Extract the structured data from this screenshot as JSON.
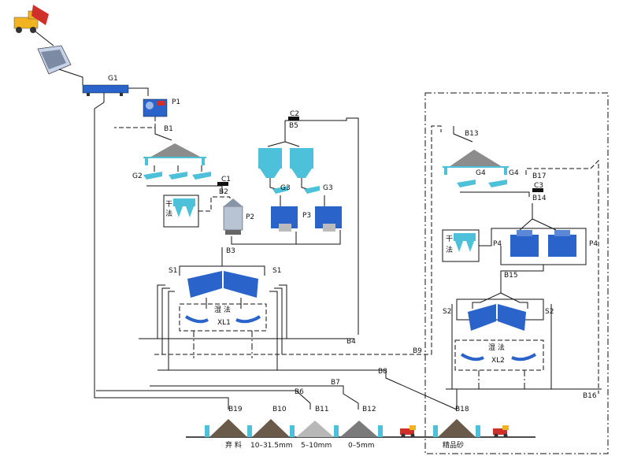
{
  "equipment_labels": {
    "G1": "G1",
    "P1": "P1",
    "B1": "B1",
    "G2": "G2",
    "C1": "C1",
    "B2": "B2",
    "C2": "C2",
    "B5": "B5",
    "G3a": "G3",
    "G3b": "G3",
    "P2": "P2",
    "P3": "P3",
    "B3": "B3",
    "S1a": "S1",
    "S1b": "S1",
    "XL1": "XL1",
    "B4": "B4",
    "B6": "B6",
    "B7": "B7",
    "B8": "B8",
    "B9": "B9",
    "B10": "B10",
    "B11": "B11",
    "B12": "B12",
    "B19": "B19",
    "B13": "B13",
    "G4a": "G4",
    "G4b": "G4",
    "B17": "B17",
    "C3": "C3",
    "B14": "B14",
    "P4a": "P4",
    "P4b": "P4",
    "B15": "B15",
    "S2a": "S2",
    "S2b": "S2",
    "XL2": "XL2",
    "B16": "B16",
    "B18": "B18"
  },
  "process_text": {
    "dry1_a": "干",
    "dry1_b": "法",
    "wet1": "湿  法",
    "dry2_a": "干",
    "dry2_b": "法",
    "wet2": "湿  法"
  },
  "product_labels": {
    "waste": "弃    料",
    "p1": "10–31.5mm",
    "p2": "5–10mm",
    "p3": "0–5mm",
    "fine_sand": "精品砂"
  },
  "colors": {
    "machine_blue": "#2a63c9",
    "screen_cyan": "#4cc1d9",
    "pile_dark": "#6a5a4a",
    "pile_grey": "#b8b8b8",
    "truck_yellow": "#f2b320",
    "truck_red": "#d0302a"
  }
}
